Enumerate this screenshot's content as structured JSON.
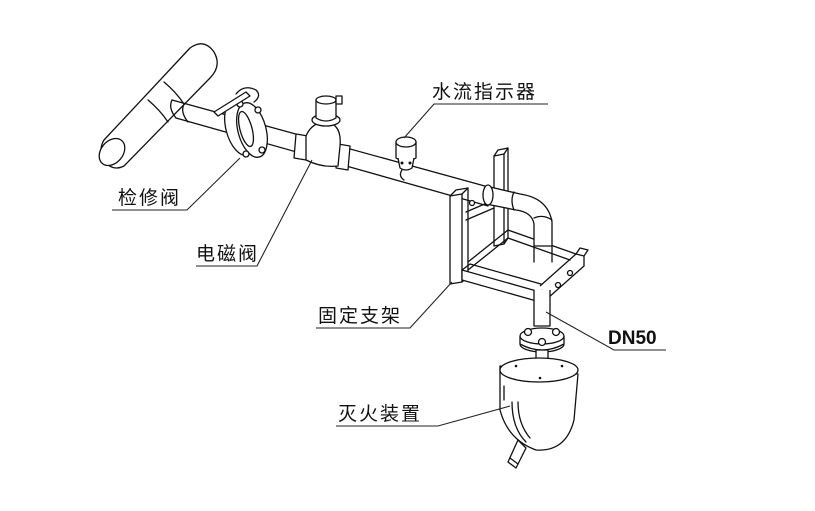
{
  "diagram": {
    "title": "Fire extinguishing pipeline installation diagram",
    "labels": {
      "maintenance_valve": "检修阀",
      "solenoid_valve": "电磁阀",
      "water_flow_indicator": "水流指示器",
      "fixed_bracket": "固定支架",
      "pipe_size": "DN50",
      "extinguishing_device": "灭火装置"
    },
    "colors": {
      "line": "#111111",
      "background": "#ffffff"
    }
  }
}
